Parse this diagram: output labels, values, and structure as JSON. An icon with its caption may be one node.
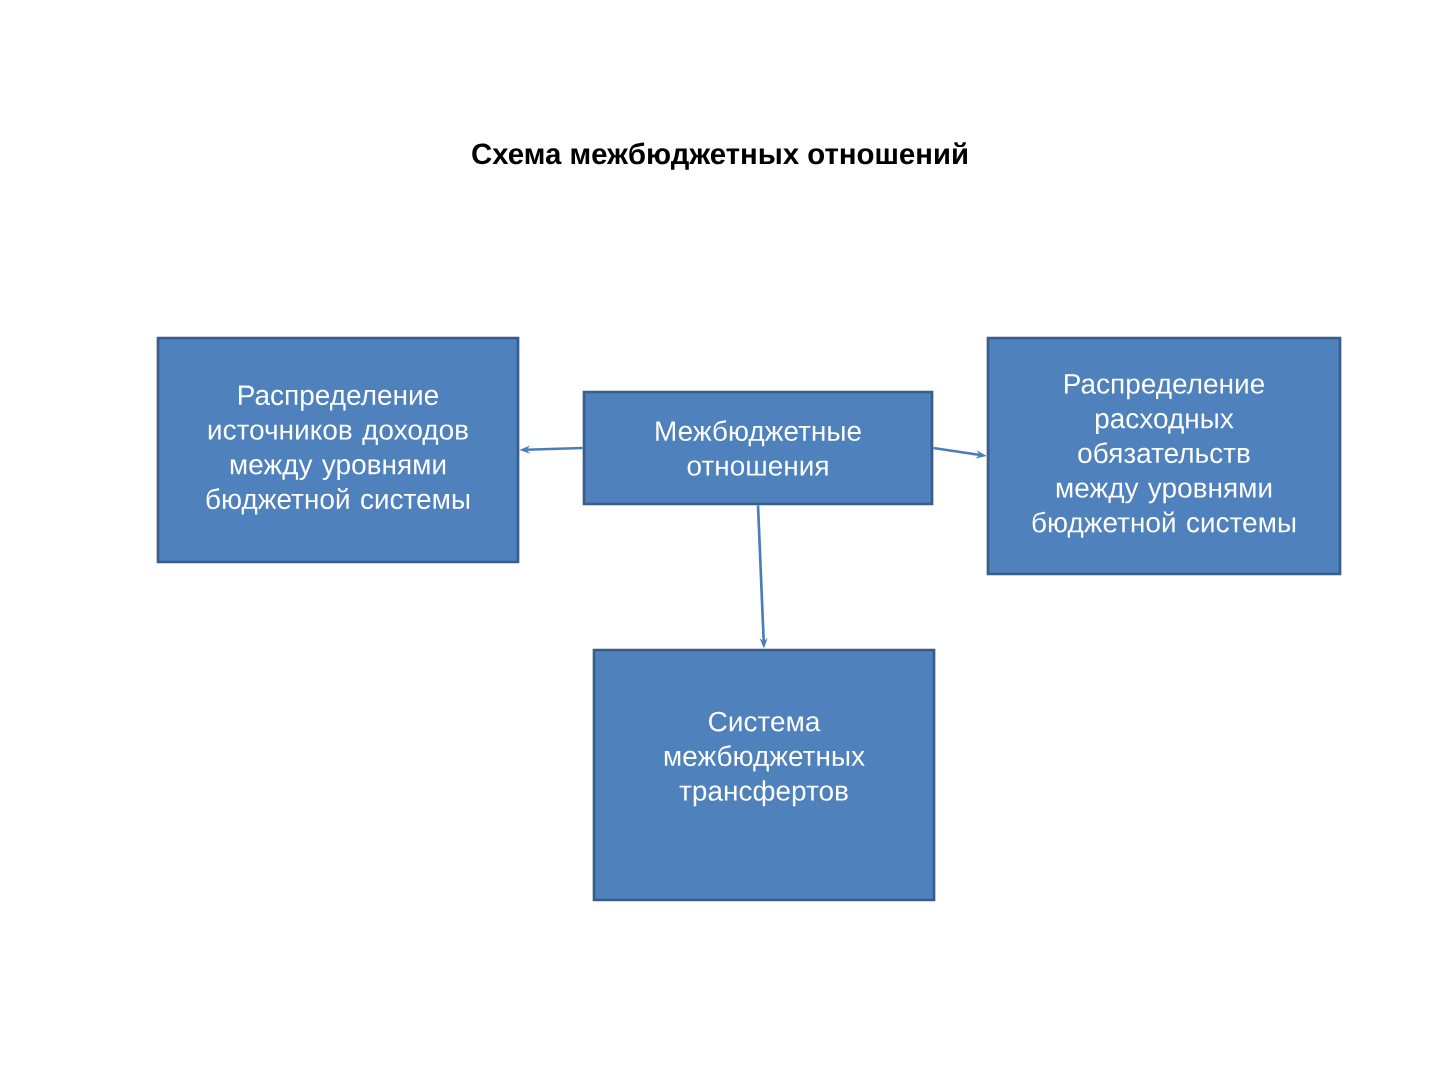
{
  "diagram": {
    "title": "Схема межбюджетных отношений",
    "nodes": [
      {
        "text": [
          "Распределение источников доходов между уровнями бюджетной системы"
        ]
      },
      {
        "text": [
          "Межбюджетные отношения"
        ]
      },
      {
        "text": [
          "Распределение расходных обязательств между уровнями бюджетной системы"
        ]
      },
      {
        "text": [
          "Система межбюджетных трансфертов"
        ]
      }
    ],
    "edges": [
      {
        "from": 1,
        "to": 0,
        "arrow": "to"
      },
      {
        "from": 1,
        "to": 2,
        "arrow": "to"
      },
      {
        "from": 1,
        "to": 3,
        "arrow": "to"
      }
    ]
  }
}
